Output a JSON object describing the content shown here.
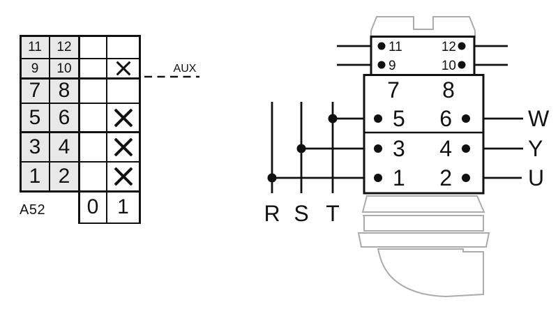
{
  "colors": {
    "ink": "#111111",
    "shade": "#e8e8e8",
    "outline_gray": "#ababab",
    "paper": "#ffffff"
  },
  "switch_table": {
    "model_label": "A52",
    "aux_label": "AUX",
    "position_headers": [
      "0",
      "1"
    ],
    "rows": [
      {
        "left": "11",
        "right": "12",
        "pos0": false,
        "pos1": false,
        "small": true
      },
      {
        "left": "9",
        "right": "10",
        "pos0": false,
        "pos1": true,
        "small": true
      },
      {
        "left": "7",
        "right": "8",
        "pos0": false,
        "pos1": false,
        "small": false
      },
      {
        "left": "5",
        "right": "6",
        "pos0": false,
        "pos1": true,
        "small": false
      },
      {
        "left": "3",
        "right": "4",
        "pos0": false,
        "pos1": true,
        "small": false
      },
      {
        "left": "1",
        "right": "2",
        "pos0": false,
        "pos1": true,
        "small": false
      }
    ]
  },
  "wiring": {
    "aux": {
      "t11": "11",
      "t12": "12",
      "t9": "9",
      "t10": "10"
    },
    "main": {
      "t7": "7",
      "t8": "8",
      "t5": "5",
      "t6": "6",
      "t3": "3",
      "t4": "4",
      "t1": "1",
      "t2": "2"
    },
    "inputs": {
      "r": "R",
      "s": "S",
      "t": "T"
    },
    "outputs": {
      "w": "W",
      "y": "Y",
      "u": "U"
    }
  }
}
